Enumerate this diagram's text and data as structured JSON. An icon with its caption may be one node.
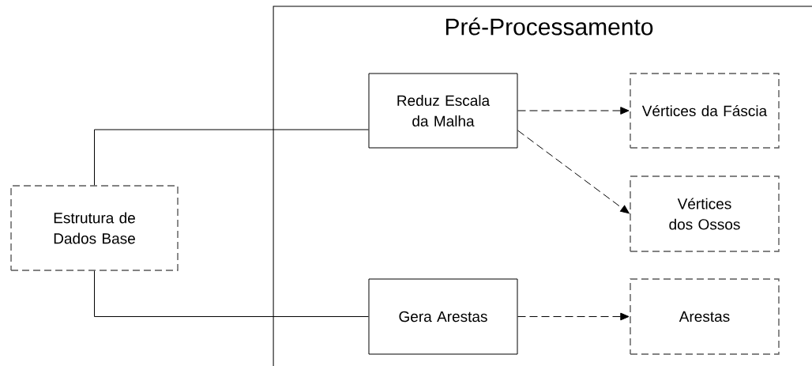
{
  "diagram": {
    "nodes": [
      {
        "text": [
          "Estrutura de Dados Base"
        ]
      },
      {
        "text": [
          "Pré-Processamento"
        ]
      },
      {
        "text": [
          "Reduz Escala da Malha"
        ],
        "in": 1
      },
      {
        "text": [
          "Vértices da Fáscia"
        ],
        "in": 1
      },
      {
        "text": [
          "Vértices dos Ossos"
        ],
        "in": 1
      },
      {
        "text": [
          "Gera Arestas"
        ],
        "in": 1
      },
      {
        "text": [
          "Arestas"
        ],
        "in": 1
      }
    ],
    "edges": [
      {
        "from": 0,
        "to": 2,
        "arrow": "none"
      },
      {
        "from": 0,
        "to": 5,
        "arrow": "none"
      },
      {
        "from": 2,
        "to": 3,
        "arrow": "to",
        "style": "dashed"
      },
      {
        "from": 2,
        "to": 4,
        "arrow": "to",
        "style": "dashed"
      },
      {
        "from": 5,
        "to": 6,
        "arrow": "to",
        "style": "dashed"
      }
    ]
  }
}
